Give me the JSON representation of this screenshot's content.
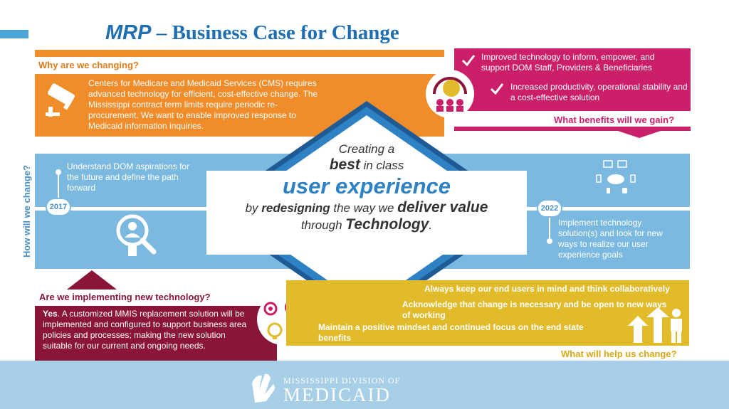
{
  "title": {
    "prefix": "MRP",
    "text": " – Business Case for Change"
  },
  "why": {
    "label": "Why are we changing?",
    "body": "Centers for Medicare and Medicaid Services (CMS) requires advanced technology for efficient, cost-effective change. The Mississippi contract term limits require periodic re-procurement. We want to enable improved response to Medicaid information inquiries.",
    "icon": "security-camera-icon"
  },
  "benefits": {
    "item1": "Improved technology to inform, empower, and support DOM Staff, Providers & Beneficiaries",
    "item2": "Increased productivity, operational stability and a cost-effective solution",
    "label": "What benefits will we gain?",
    "icons": [
      "checkmark-icon",
      "globe-people-icon"
    ]
  },
  "how": {
    "label": "How will we change?",
    "left_text": "Understand DOM aspirations for the future and  define the path forward",
    "year_start": "2017",
    "year_end": "2022",
    "right_text": "Implement technology solution(s) and look for new ways to realize our user experience goals"
  },
  "center": {
    "line1": "Creating a",
    "line2_bold": "best",
    "line2_rest": " in class",
    "line3": "user experience",
    "line4_a": "by ",
    "line4_bold": "redesigning",
    "line4_b": " the way we ",
    "line4_bold2": "deliver value",
    "line5_a": "through ",
    "line5_bold": "Technology",
    "line5_b": "."
  },
  "implementing": {
    "label": "Are we implementing new technology?",
    "yes": "Yes",
    "body": ". A customized MMIS replacement solution will be implemented and configured to support business area policies and processes; making the new solution suitable for our current and ongoing needs."
  },
  "help": {
    "item1": "Always keep our end users in mind and think collaboratively",
    "item2": "Acknowledge that change is necessary and be open to new ways of working",
    "item3": "Maintain a positive mindset and continued focus on the end state benefits",
    "label": "What will help us change?"
  },
  "footer": {
    "org_line1": "MISSISSIPPI DIVISION OF",
    "org_line2": "MEDICAID"
  },
  "colors": {
    "orange": "#f08c2a",
    "pink": "#cc1f6a",
    "blue": "#7bb9e0",
    "maroon": "#8a1538",
    "yellow": "#e2bb2a",
    "title_blue": "#1f6fb0"
  }
}
